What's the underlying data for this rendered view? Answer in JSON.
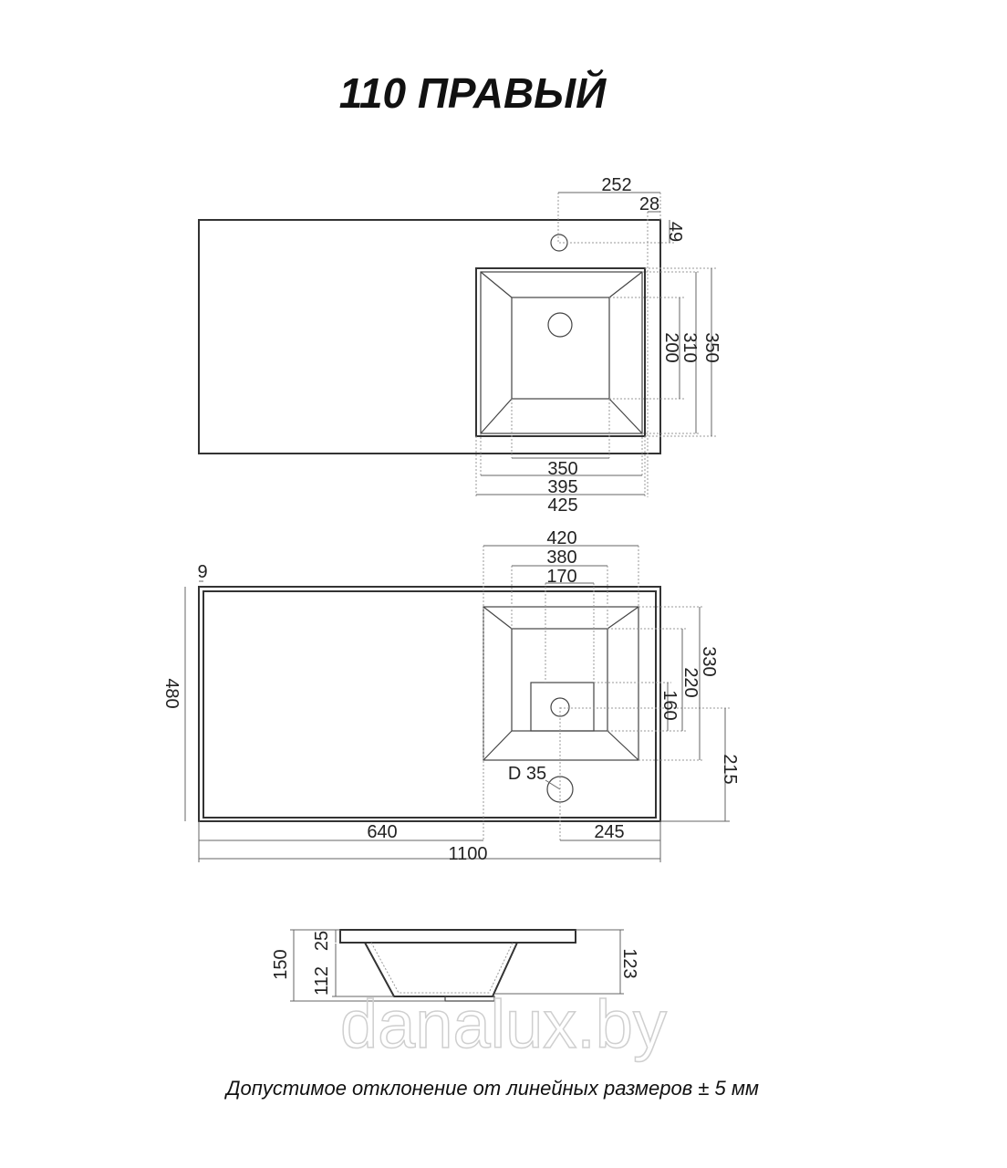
{
  "title": "110 ПРАВЫЙ",
  "top_view": {
    "dims": {
      "d252": "252",
      "d28": "28",
      "d49": "49",
      "d200": "200",
      "d310": "310",
      "d350v": "350",
      "d350h": "350",
      "d395": "395",
      "d425": "425"
    }
  },
  "plan_view": {
    "dims": {
      "d420": "420",
      "d380": "380",
      "d170": "170",
      "d9": "9",
      "d480": "480",
      "d330": "330",
      "d220": "220",
      "d160": "160",
      "d215": "215",
      "d640": "640",
      "d245": "245",
      "d1100": "1100",
      "hole": "D 35"
    }
  },
  "side_view": {
    "dims": {
      "d150": "150",
      "d25": "25",
      "d112": "112",
      "d123": "123"
    }
  },
  "watermark": "danalux.by",
  "footer": "Допустимое отклонение от линейных размеров ± 5 мм"
}
